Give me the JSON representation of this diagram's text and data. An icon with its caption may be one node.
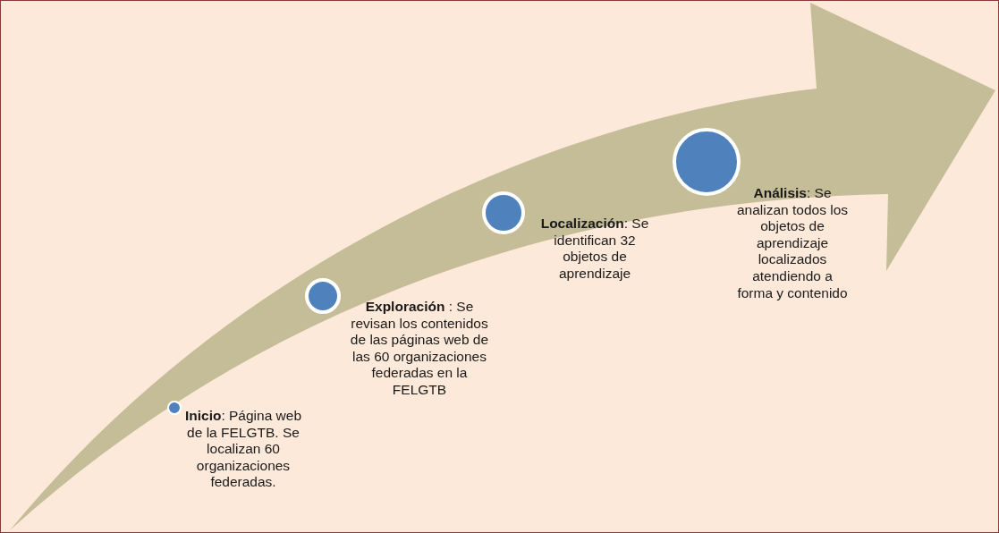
{
  "diagram": {
    "nodes": [
      {
        "text": [
          "**Inicio**: Página web de la FELGTB. Se localizan 60 organizaciones federadas."
        ]
      },
      {
        "text": [
          "**Exploración** : Se revisan los contenidos de las páginas web de las 60 organizaciones federadas en la FELGTB"
        ]
      },
      {
        "text": [
          "**Localización**: Se identifican 32 objetos de aprendizaje"
        ]
      },
      {
        "text": [
          "**Análisis**: Se analizan todos los objetos de aprendizaje localizados atendiendo a forma y contenido"
        ]
      }
    ]
  }
}
